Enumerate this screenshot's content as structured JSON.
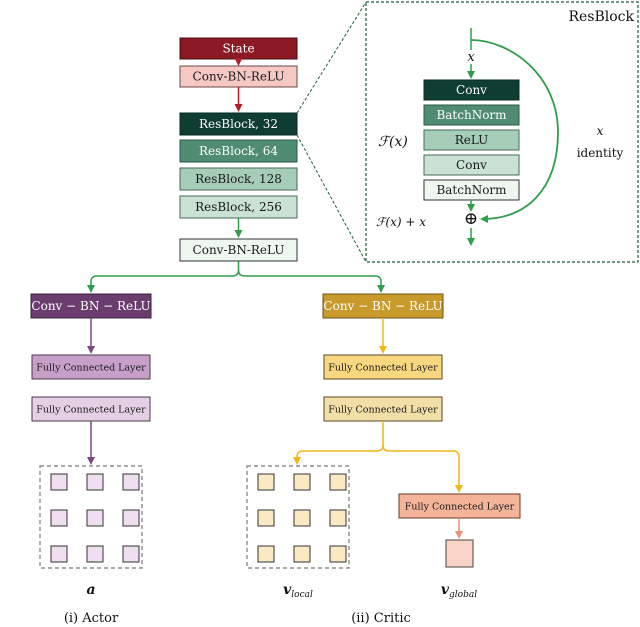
{
  "backbone": {
    "state": "State",
    "conv_top": "Conv-BN-ReLU",
    "res32": "ResBlock, 32",
    "res64": "ResBlock, 64",
    "res128": "ResBlock, 128",
    "res256": "ResBlock, 256",
    "conv_bottom": "Conv-BN-ReLU"
  },
  "resblock": {
    "title": "ResBlock",
    "input": "x",
    "conv1": "Conv",
    "bn1": "BatchNorm",
    "relu": "ReLU",
    "conv2": "Conv",
    "bn2": "BatchNorm",
    "fx": "ℱ(x)",
    "fx_plus_x": "ℱ(x) + x",
    "skip_x": "x",
    "identity": "identity",
    "sum": "⊕"
  },
  "actor": {
    "conv": "Conv − BN − ReLU",
    "fc1": "Fully Connected Layer",
    "fc2": "Fully Connected Layer",
    "output": "a",
    "caption": "(i)  Actor"
  },
  "critic": {
    "conv": "Conv − BN − ReLU",
    "fc1": "Fully Connected Layer",
    "fc2": "Fully Connected Layer",
    "fc3": "Fully Connected Layer",
    "v_local": "v",
    "v_local_sub": "local",
    "v_global": "v",
    "v_global_sub": "global",
    "caption": "(ii)  Critic"
  },
  "colors": {
    "state": "#8b1a24",
    "conv_top": "#f6c8c4",
    "res32": "#0f3d31",
    "res64": "#4f8c72",
    "res128": "#a6cdb8",
    "res256": "#c9e2d4",
    "conv_bottom": "#eef6f0",
    "green_arrow": "#2e9e4a",
    "red_arrow": "#b11c2a",
    "actor_conv": "#6b3d6e",
    "actor_fc1": "#c79fc8",
    "actor_fc2": "#e4cfe4",
    "actor_cell": "#efdff0",
    "critic_conv": "#c8992b",
    "critic_fc1": "#f7d77f",
    "critic_fc2": "#f2dfa8",
    "critic_cell": "#fbe9c4",
    "critic_fc3": "#f4b49a",
    "global_out": "#f9d3c6",
    "gold_arrow": "#f2b51b",
    "purple_arrow": "#7b4a7f",
    "salmon_arrow": "#ee8e74"
  }
}
